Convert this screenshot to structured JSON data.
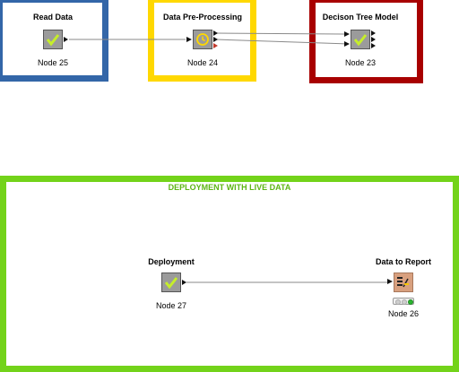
{
  "annotations": {
    "read_data": {
      "border_color": "#3366a8"
    },
    "preprocessing": {
      "border_color": "#ffd800"
    },
    "tree_model": {
      "border_color": "#a80000"
    },
    "deployment": {
      "border_color": "#73d31a",
      "label": "DEPLOYMENT WITH LIVE DATA",
      "label_color": "#5cb514"
    }
  },
  "nodes": {
    "read_data": {
      "title": "Read Data",
      "label": "Node 25",
      "icon": "checkmark-icon"
    },
    "preprocessing": {
      "title": "Data Pre-Processing",
      "label": "Node 24",
      "icon": "metanode-clock-icon"
    },
    "tree_model": {
      "title": "Decison Tree Model",
      "label": "Node 23",
      "icon": "checkmark-icon"
    },
    "deployment": {
      "title": "Deployment",
      "label": "Node 27",
      "icon": "checkmark-icon"
    },
    "report": {
      "title": "Data to Report",
      "label": "Node 26",
      "icon": "report-icon",
      "status": "green"
    }
  },
  "colors": {
    "check": "#c6ee2a",
    "wire": "#8a8a8a",
    "status_green": "#2bb530"
  }
}
